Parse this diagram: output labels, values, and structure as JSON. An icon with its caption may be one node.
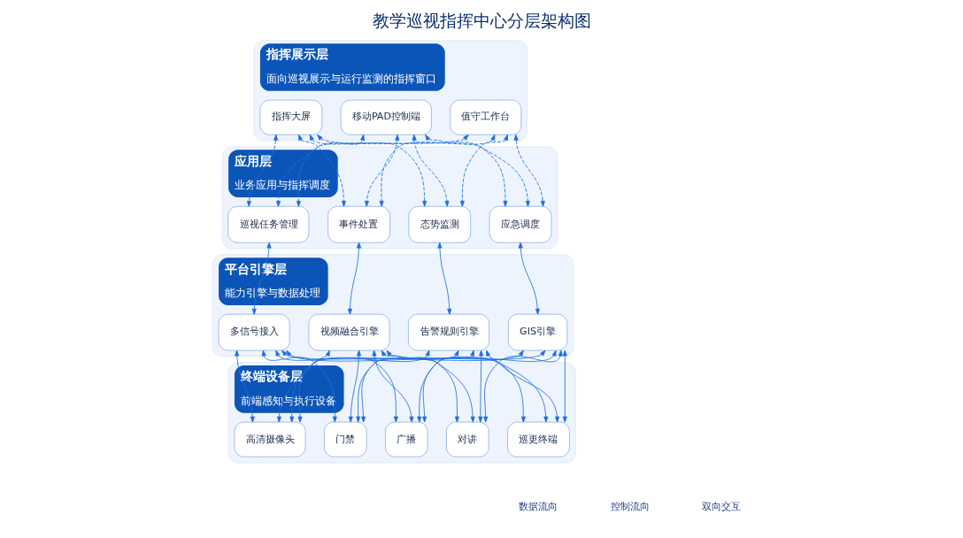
{
  "diagram": {
    "title": "教学巡视指挥中心分层架构图",
    "nodes": [
      {
        "text": [
          "指挥展示层",
          "面向巡视展示与运行监测的指挥窗口"
        ]
      },
      {
        "text": [
          "指挥大屏"
        ],
        "in": 0
      },
      {
        "text": [
          "移动PAD控制端"
        ],
        "in": 0
      },
      {
        "text": [
          "值守工作台"
        ],
        "in": 0
      },
      {
        "text": [
          "应用层",
          "业务应用与指挥调度"
        ]
      },
      {
        "text": [
          "巡视任务管理"
        ],
        "in": 4
      },
      {
        "text": [
          "事件处置"
        ],
        "in": 4
      },
      {
        "text": [
          "态势监测"
        ],
        "in": 4
      },
      {
        "text": [
          "应急调度"
        ],
        "in": 4
      },
      {
        "text": [
          "平台引擎层",
          "能力引擎与数据处理"
        ]
      },
      {
        "text": [
          "多信号接入"
        ],
        "in": 9
      },
      {
        "text": [
          "视频融合引擎"
        ],
        "in": 9
      },
      {
        "text": [
          "告警规则引擎"
        ],
        "in": 9
      },
      {
        "text": [
          "GIS引擎"
        ],
        "in": 9
      },
      {
        "text": [
          "终端设备层",
          "前端感知与执行设备"
        ]
      },
      {
        "text": [
          "高清摄像头"
        ],
        "in": 14
      },
      {
        "text": [
          "门禁"
        ],
        "in": 14
      },
      {
        "text": [
          "广播"
        ],
        "in": 14
      },
      {
        "text": [
          "对讲"
        ],
        "in": 14
      },
      {
        "text": [
          "巡更终端"
        ],
        "in": 14
      }
    ],
    "edges": [
      {
        "from": 1,
        "to": 5,
        "arrow": "both",
        "style": "dashed"
      },
      {
        "from": 1,
        "to": 6,
        "arrow": "both",
        "style": "dashed"
      },
      {
        "from": 1,
        "to": 7,
        "arrow": "both",
        "style": "dashed"
      },
      {
        "from": 1,
        "to": 8,
        "arrow": "both",
        "style": "dashed"
      },
      {
        "from": 2,
        "to": 5,
        "arrow": "both",
        "style": "dashed"
      },
      {
        "from": 2,
        "to": 6,
        "arrow": "both",
        "style": "dashed"
      },
      {
        "from": 2,
        "to": 7,
        "arrow": "both",
        "style": "dashed"
      },
      {
        "from": 2,
        "to": 8,
        "arrow": "both",
        "style": "dashed"
      },
      {
        "from": 3,
        "to": 5,
        "arrow": "both",
        "style": "dashed"
      },
      {
        "from": 3,
        "to": 6,
        "arrow": "both",
        "style": "dashed"
      },
      {
        "from": 3,
        "to": 7,
        "arrow": "both",
        "style": "dashed"
      },
      {
        "from": 3,
        "to": 8,
        "arrow": "both",
        "style": "dashed"
      },
      {
        "from": 5,
        "to": 10,
        "arrow": "both"
      },
      {
        "from": 6,
        "to": 11,
        "arrow": "both"
      },
      {
        "from": 7,
        "to": 12,
        "arrow": "both"
      },
      {
        "from": 8,
        "to": 13,
        "arrow": "both"
      },
      {
        "from": 10,
        "to": 15,
        "arrow": "both"
      },
      {
        "from": 10,
        "to": 16,
        "arrow": "both"
      },
      {
        "from": 10,
        "to": 17,
        "arrow": "both"
      },
      {
        "from": 10,
        "to": 18,
        "arrow": "both"
      },
      {
        "from": 10,
        "to": 19,
        "arrow": "both"
      },
      {
        "from": 11,
        "to": 15,
        "arrow": "both"
      },
      {
        "from": 11,
        "to": 16,
        "arrow": "both"
      },
      {
        "from": 11,
        "to": 17,
        "arrow": "both"
      },
      {
        "from": 11,
        "to": 18,
        "arrow": "both"
      },
      {
        "from": 11,
        "to": 19,
        "arrow": "both"
      },
      {
        "from": 12,
        "to": 15,
        "arrow": "both"
      },
      {
        "from": 12,
        "to": 16,
        "arrow": "both"
      },
      {
        "from": 12,
        "to": 17,
        "arrow": "both"
      },
      {
        "from": 12,
        "to": 18,
        "arrow": "both"
      },
      {
        "from": 12,
        "to": 19,
        "arrow": "both"
      },
      {
        "from": 13,
        "to": 15,
        "arrow": "both"
      },
      {
        "from": 13,
        "to": 16,
        "arrow": "both"
      },
      {
        "from": 13,
        "to": 17,
        "arrow": "both"
      },
      {
        "from": 13,
        "to": 18,
        "arrow": "both"
      },
      {
        "from": 13,
        "to": 19,
        "arrow": "both"
      }
    ],
    "legend": [
      {
        "text": "数据流向"
      },
      {
        "text": "控制流向"
      },
      {
        "text": "双向交互"
      }
    ]
  }
}
